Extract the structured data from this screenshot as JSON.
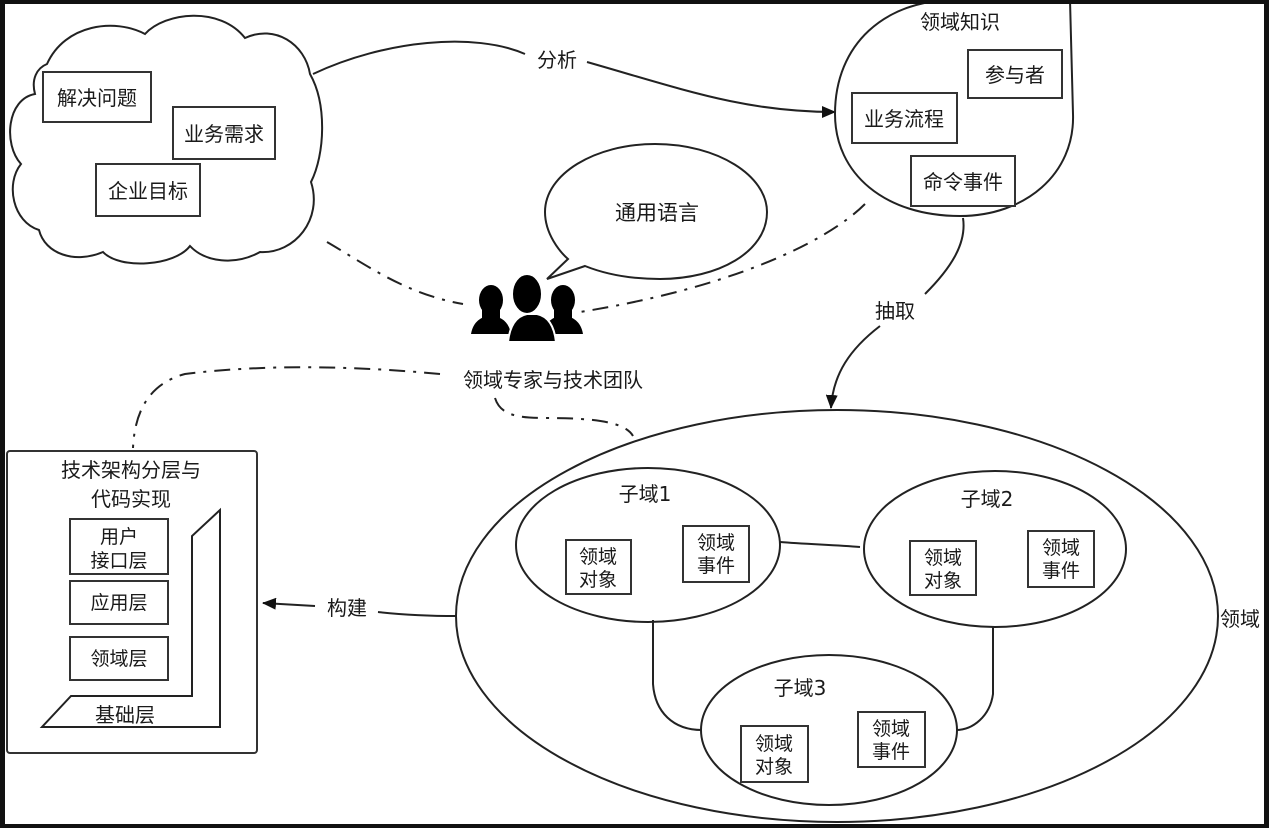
{
  "diagram": {
    "colors": {
      "background": "#ffffff",
      "frame": "#111111",
      "line": "#222222",
      "people_icon": "#000000"
    },
    "business_cloud": {
      "items": [
        "解决问题",
        "业务需求",
        "企业目标"
      ]
    },
    "domain_knowledge": {
      "title": "领域知识",
      "items": [
        "参与者",
        "业务流程",
        "命令事件"
      ]
    },
    "speech_bubble": {
      "text": "通用语言"
    },
    "team": {
      "icon": "people-group-icon",
      "label": "领域专家与技术团队"
    },
    "edges": {
      "analyze": "分析",
      "extract": "抽取",
      "build": "构建"
    },
    "architecture": {
      "title_line1": "技术架构分层与",
      "title_line2": "代码实现",
      "layers": [
        {
          "line1": "用户",
          "line2": "接口层"
        },
        {
          "line1": "应用层",
          "line2": ""
        },
        {
          "line1": "领域层",
          "line2": ""
        }
      ],
      "base_layer": "基础层"
    },
    "domain": {
      "label": "领域",
      "subdomains": [
        {
          "title": "子域1",
          "object": [
            "领域",
            "对象"
          ],
          "event": [
            "领域",
            "事件"
          ]
        },
        {
          "title": "子域2",
          "object": [
            "领域",
            "对象"
          ],
          "event": [
            "领域",
            "事件"
          ]
        },
        {
          "title": "子域3",
          "object": [
            "领域",
            "对象"
          ],
          "event": [
            "领域",
            "事件"
          ]
        }
      ]
    }
  }
}
